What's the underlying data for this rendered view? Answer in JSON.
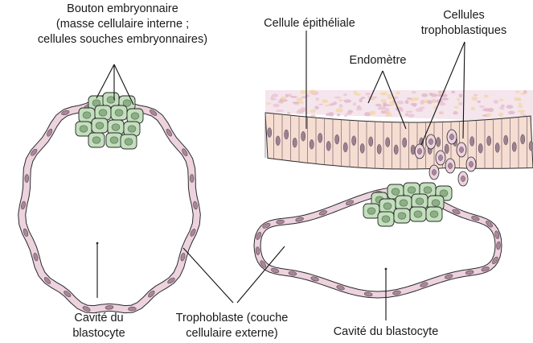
{
  "labels": {
    "embryoblast": [
      "Bouton embryonnaire",
      "(masse cellulaire interne ;",
      "cellules souches embryonnaires)"
    ],
    "epithelial": "Cellule épithéliale",
    "trophoblastic": [
      "Cellules",
      "trophoblastiques"
    ],
    "endometrium": "Endomètre",
    "cavity_left": [
      "Cavité du",
      "blastocyte"
    ],
    "trophoblast": [
      "Trophoblaste (couche",
      "cellulaire externe)"
    ],
    "cavity_right": "Cavité du blastocyte"
  },
  "colors": {
    "trophoblast_fill": "#ecd3dd",
    "trophoblast_nucleus": "#a9879b",
    "inner_mass_fill": "#c3dfbd",
    "inner_mass_nucleus": "#8dae87",
    "epithelium_fill": "#f6ddd2",
    "epithelium_nucleus": "#9a8290",
    "stroma_fill": "#f5e5ec",
    "stroma_speckle": "#e0b6c8",
    "line": "#2a2a2a"
  }
}
